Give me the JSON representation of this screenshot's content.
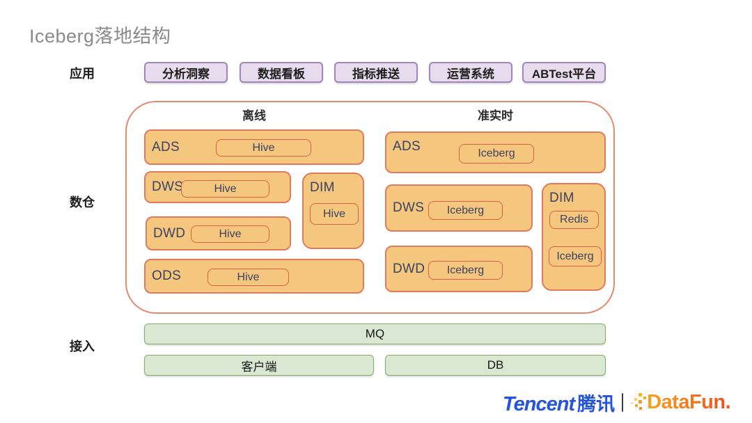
{
  "page": {
    "title": "Iceberg落地结构"
  },
  "labels": {
    "app": "应用",
    "warehouse": "数仓",
    "access": "接入"
  },
  "applications": [
    {
      "label": "分析洞察"
    },
    {
      "label": "数据看板"
    },
    {
      "label": "指标推送"
    },
    {
      "label": "运营系统"
    },
    {
      "label": "ABTest平台"
    }
  ],
  "warehouse": {
    "offline": {
      "header": "离线",
      "ads": {
        "name": "ADS",
        "engine": "Hive"
      },
      "dws": {
        "name": "DWS",
        "engine": "Hive"
      },
      "dim": {
        "name": "DIM",
        "engine": "Hive"
      },
      "dwd": {
        "name": "DWD",
        "engine": "Hive"
      },
      "ods": {
        "name": "ODS",
        "engine": "Hive"
      }
    },
    "realtime": {
      "header": "准实时",
      "ads": {
        "name": "ADS",
        "engine": "Iceberg"
      },
      "dws": {
        "name": "DWS",
        "engine": "Iceberg"
      },
      "dim": {
        "name": "DIM",
        "engines": [
          "Redis",
          "Iceberg"
        ]
      },
      "dwd": {
        "name": "DWD",
        "engine": "Iceberg"
      }
    }
  },
  "access": {
    "mq": "MQ",
    "client": "客户端",
    "db": "DB"
  },
  "footer": {
    "tencent_en": "Tencent",
    "tencent_cn": "腾讯",
    "separator": "|",
    "datafun": "DataFun."
  },
  "colors": {
    "title_gray": "#8a8a8a",
    "app_fill": "#e7dcee",
    "app_border": "#a283bb",
    "warehouse_fill": "#f5c77e",
    "warehouse_border": "#e2795a",
    "chip_border": "#dc5f45",
    "container_border": "#e8876e",
    "access_fill": "#d9e8d2",
    "access_border": "#86ab69",
    "tencent_blue": "#2453dd",
    "datafun_orange_start": "#f6a51c",
    "datafun_orange_end": "#ee4f1e"
  }
}
